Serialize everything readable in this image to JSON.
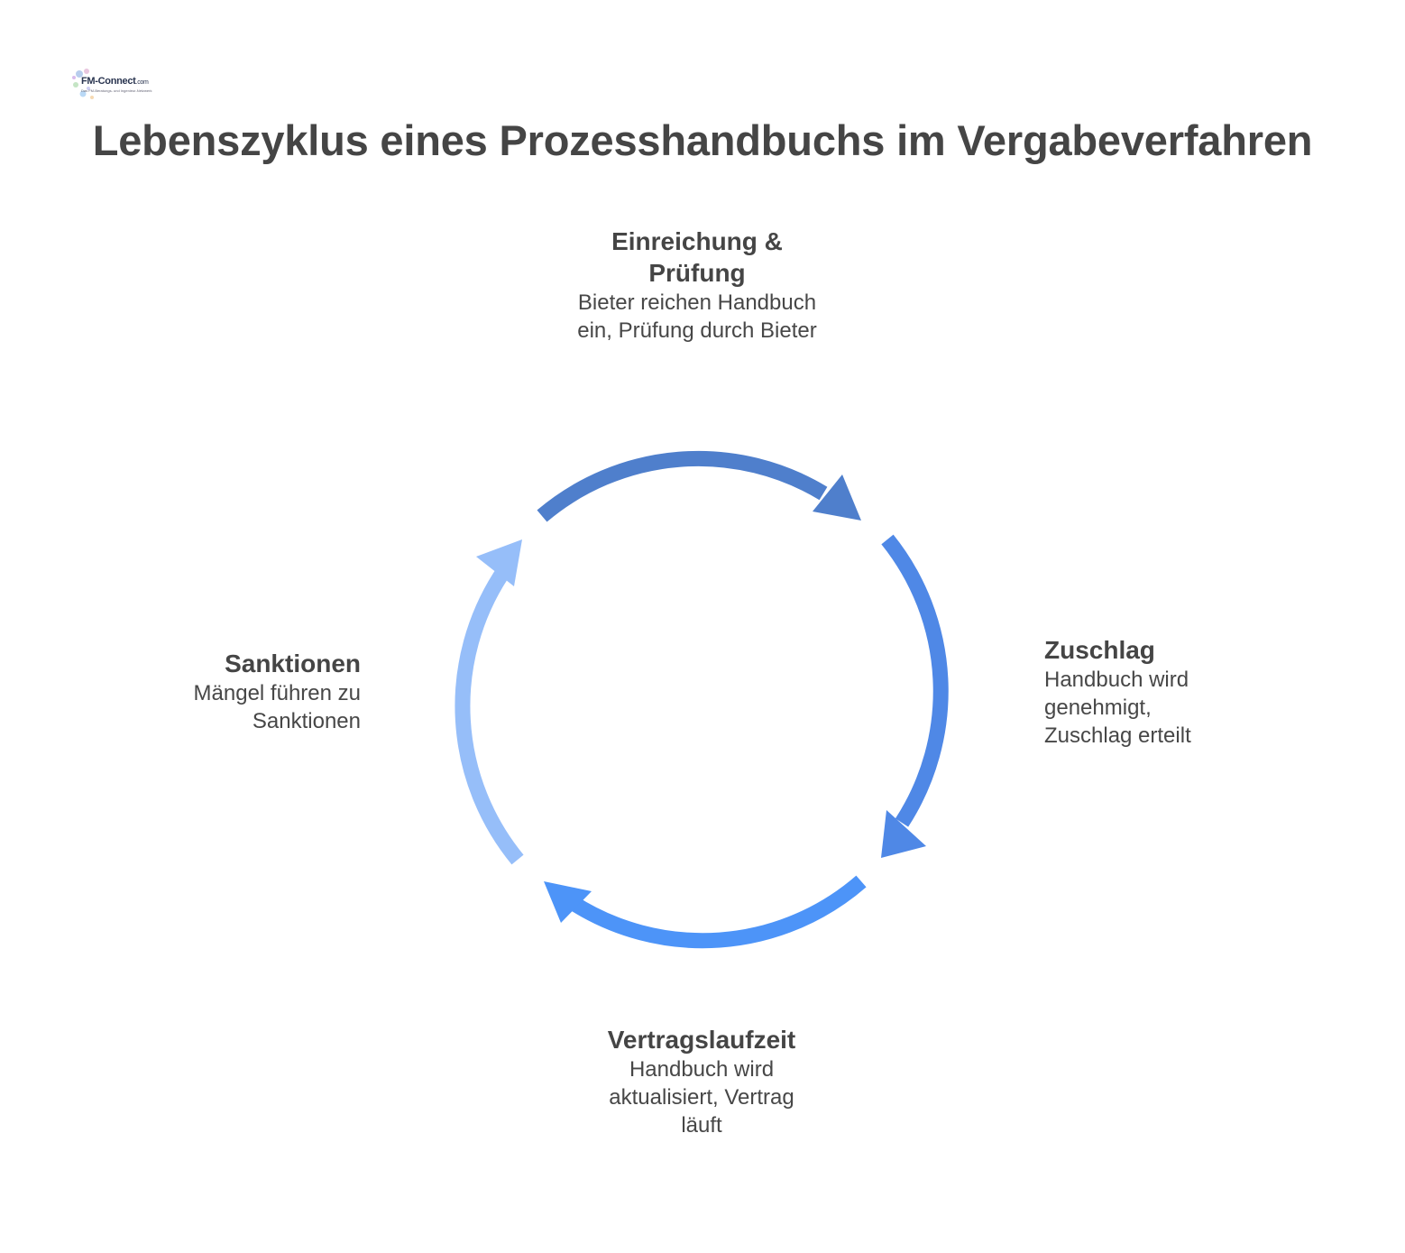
{
  "logo": {
    "name": "FM-Connect",
    "suffix": ".com",
    "tagline": "Das FM-Beratungs- und Ingenieur-Netzwerk"
  },
  "title": "Lebenszyklus eines Prozesshandbuchs im Vergabeverfahren",
  "colors": {
    "arrow_top": "#4f7fcc",
    "arrow_right": "#4f88e6",
    "arrow_bottom": "#4d94f8",
    "arrow_left": "#96bef9",
    "text": "#454545"
  },
  "stages": [
    {
      "id": "top",
      "title": "Einreichung & Prüfung",
      "description": "Bieter reichen Handbuch ein, Prüfung durch Bieter"
    },
    {
      "id": "right",
      "title": "Zuschlag",
      "description": "Handbuch wird genehmigt, Zuschlag erteilt"
    },
    {
      "id": "bottom",
      "title": "Vertragslaufzeit",
      "description": "Handbuch wird aktualisiert, Vertrag läuft"
    },
    {
      "id": "left",
      "title": "Sanktionen",
      "description": "Mängel führen zu Sanktionen"
    }
  ]
}
